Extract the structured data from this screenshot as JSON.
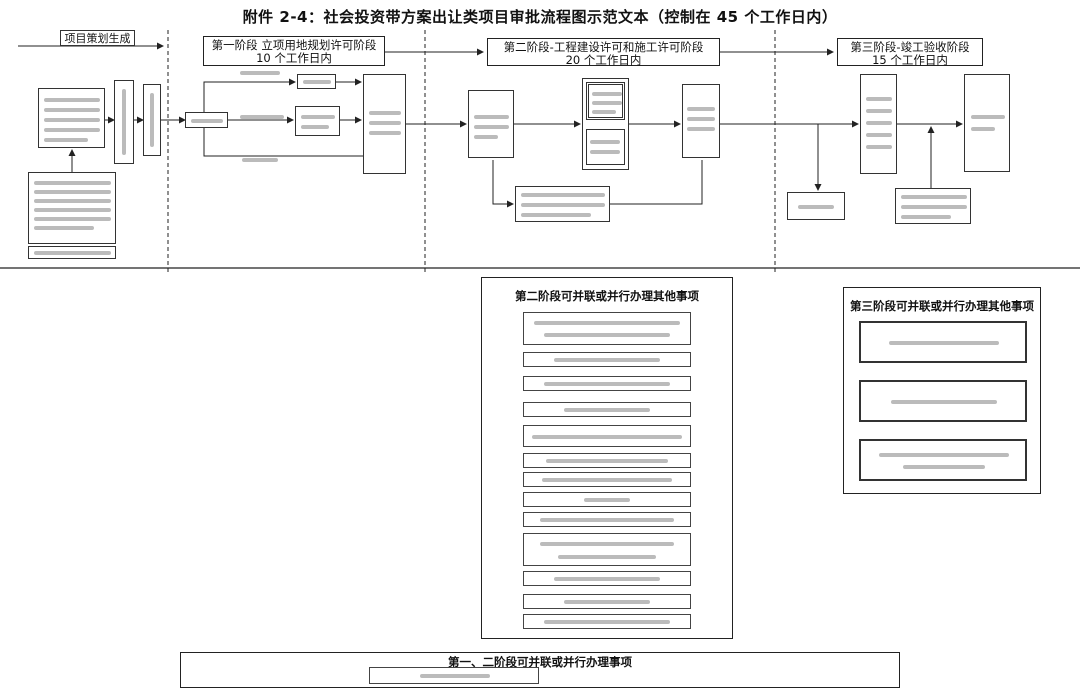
{
  "title": "附件 2-4：社会投资带方案出让类项目审批流程图示范文本（控制在 45 个工作日内）",
  "header": {
    "project_start": "项目策划生成",
    "stage1": {
      "name": "第一阶段  立项用地规划许可阶段",
      "days": "10 个工作日内"
    },
    "stage2": {
      "name": "第二阶段-工程建设许可和施工许可阶段",
      "days": "20 个工作日内"
    },
    "stage3": {
      "name": "第三阶段-竣工验收阶段",
      "days": "15 个工作日内"
    }
  },
  "panels": {
    "stage2_parallel": {
      "title": "第二阶段可并联或并行办理其他事项"
    },
    "stage3_parallel": {
      "title": "第三阶段可并联或并行办理其他事项"
    },
    "stage12_parallel": {
      "title": "第一、二阶段可并联或并行办理事项"
    }
  },
  "colors": {
    "line": "#222222",
    "box_border": "#333333",
    "background": "#ffffff"
  }
}
